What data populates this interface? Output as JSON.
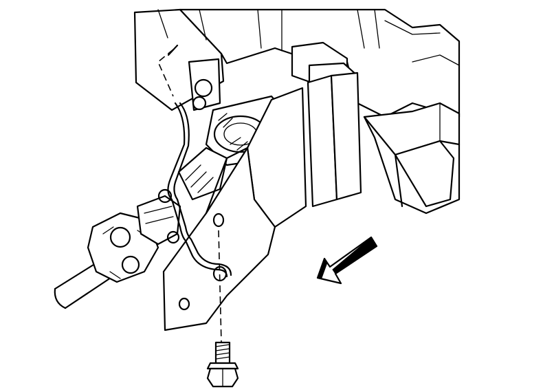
{
  "figure": {
    "kind": "service-manual exploded line drawing",
    "parts": {
      "housing": "housing",
      "bracket": "mounting-bracket",
      "cable": "cable",
      "wire_clip": "wire-retainer-clip",
      "bolt": "bolt",
      "direction_arrow": "direction-arrow"
    },
    "colors": {
      "line": "#000000",
      "background": "#ffffff"
    }
  }
}
